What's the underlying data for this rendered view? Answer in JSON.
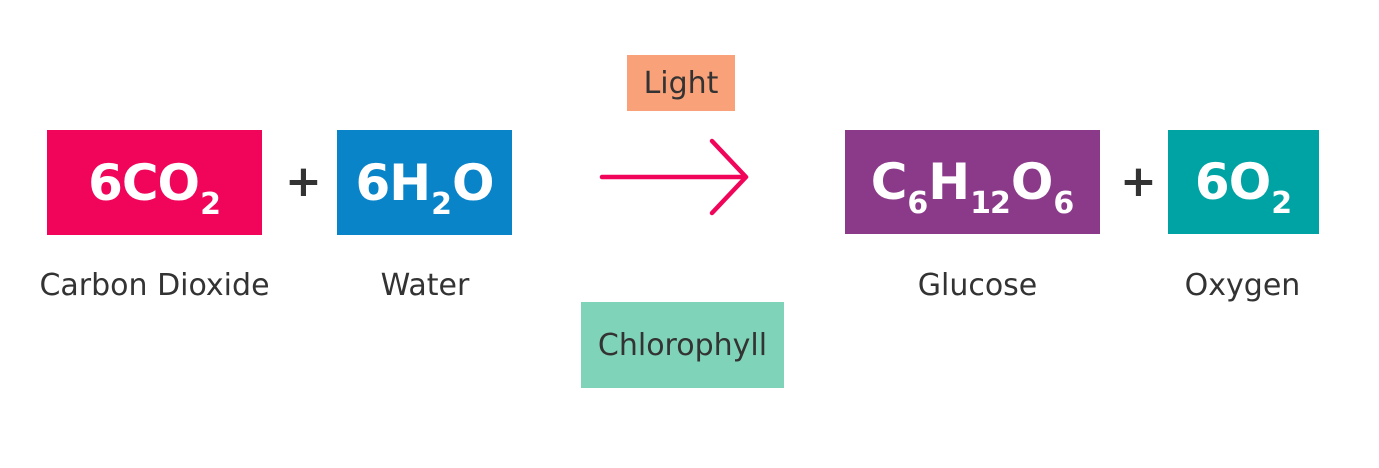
{
  "reactants": [
    {
      "id": "co2",
      "coef": "6",
      "parts": [
        {
          "t": "CO"
        },
        {
          "s": "2"
        }
      ],
      "label": "Carbon Dioxide",
      "color": "#f0055a"
    },
    {
      "id": "h2o",
      "coef": "6",
      "parts": [
        {
          "t": "H"
        },
        {
          "s": "2"
        },
        {
          "t": "O"
        }
      ],
      "label": "Water",
      "color": "#0a84c9"
    }
  ],
  "products": [
    {
      "id": "glucose",
      "coef": "",
      "parts": [
        {
          "t": "C"
        },
        {
          "s": "6"
        },
        {
          "t": "H"
        },
        {
          "s": "12"
        },
        {
          "t": "O"
        },
        {
          "s": "6"
        }
      ],
      "label": "Glucose",
      "color": "#8b3a8a"
    },
    {
      "id": "o2",
      "coef": "6",
      "parts": [
        {
          "t": "O"
        },
        {
          "s": "2"
        }
      ],
      "label": "Oxygen",
      "color": "#00a3a3"
    }
  ],
  "plus_sign": "+",
  "conditions": {
    "top": {
      "text": "Light",
      "color": "#f9a27a"
    },
    "bottom": {
      "text": "Chlorophyll",
      "color": "#7fd3b8"
    }
  },
  "arrow_color": "#f0055a"
}
